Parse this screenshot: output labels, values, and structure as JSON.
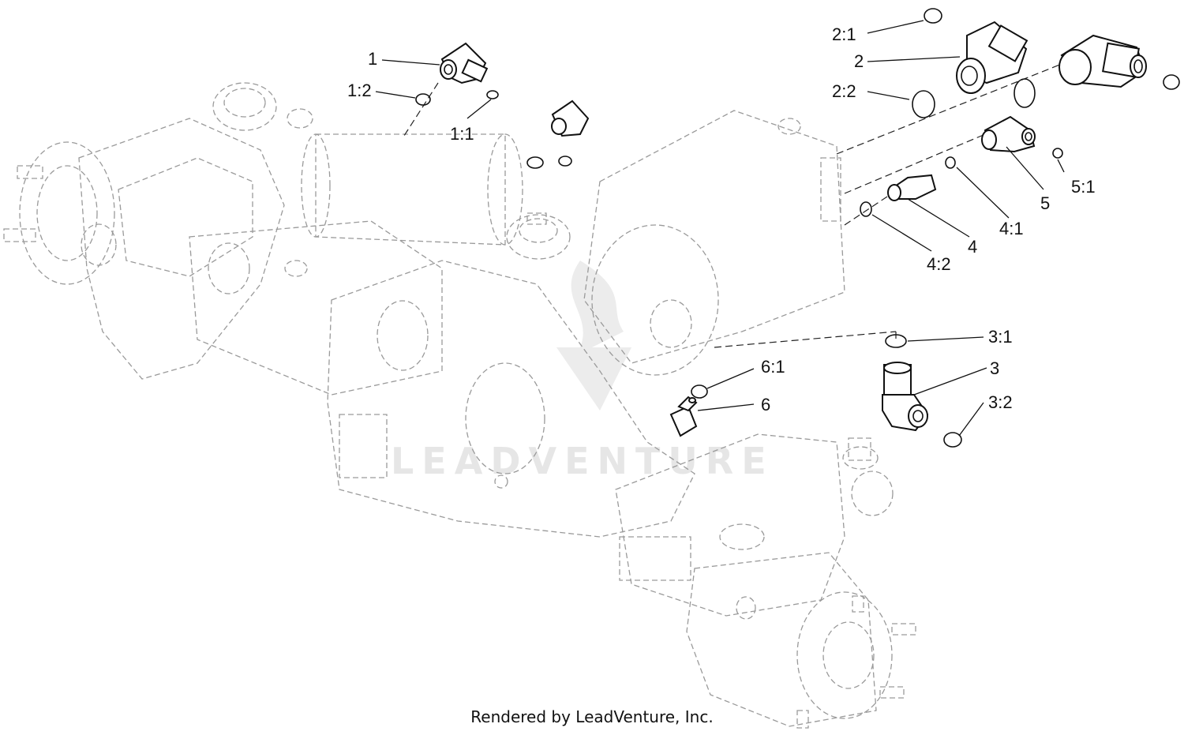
{
  "watermark": {
    "text": "LEADVENTURE"
  },
  "footer": {
    "text": "Rendered by LeadVenture, Inc."
  },
  "callouts": {
    "c1": "1",
    "c1_1": "1:1",
    "c1_2": "1:2",
    "c2": "2",
    "c2_1": "2:1",
    "c2_2": "2:2",
    "c3": "3",
    "c3_1": "3:1",
    "c3_2": "3:2",
    "c4": "4",
    "c4_1": "4:1",
    "c4_2": "4:2",
    "c5": "5",
    "c5_1": "5:1",
    "c6": "6",
    "c6_1": "6:1"
  }
}
